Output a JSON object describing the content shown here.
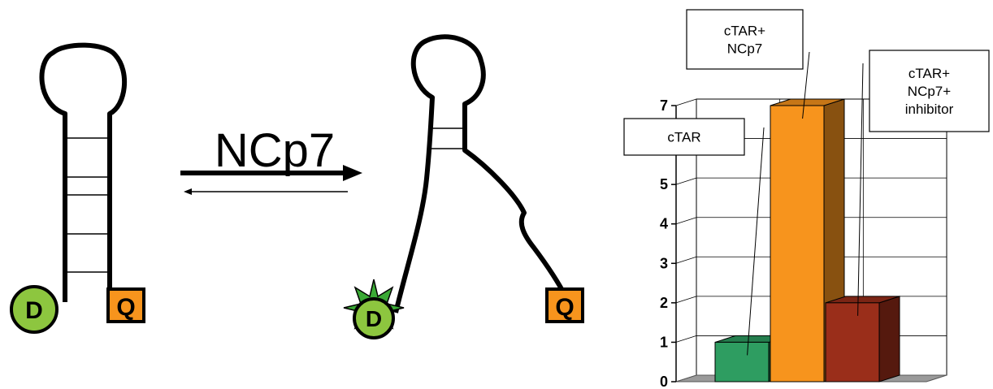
{
  "hairpin_closed": {
    "donor_label": "D",
    "quencher_label": "Q"
  },
  "reaction": {
    "agent_label": "NCp7"
  },
  "hairpin_open": {
    "donor_label": "D",
    "quencher_label": "Q"
  },
  "colors": {
    "donor": "#8dc63f",
    "quencher": "#f7941d",
    "star": "#3aa935",
    "bar_ctar": "#2e9d61",
    "bar_ctar_ncp7": "#f7941d",
    "bar_inhibitor": "#9a2e1a",
    "floor": "#9a9a9a"
  },
  "chart_data": {
    "type": "bar",
    "style": "3d",
    "categories": [
      "cTAR",
      "cTAR+ NCp7",
      "cTAR+ NCp7+ inhibitor"
    ],
    "values": [
      1,
      7,
      2
    ],
    "ylim": [
      0,
      7
    ],
    "yticks": [
      "0",
      "1",
      "2",
      "3",
      "4",
      "5",
      "7"
    ],
    "grid": true,
    "callouts": [
      {
        "lines": [
          "cTAR"
        ]
      },
      {
        "lines": [
          "cTAR+",
          "NCp7"
        ]
      },
      {
        "lines": [
          "cTAR+",
          "NCp7+",
          "inhibitor"
        ]
      }
    ]
  }
}
